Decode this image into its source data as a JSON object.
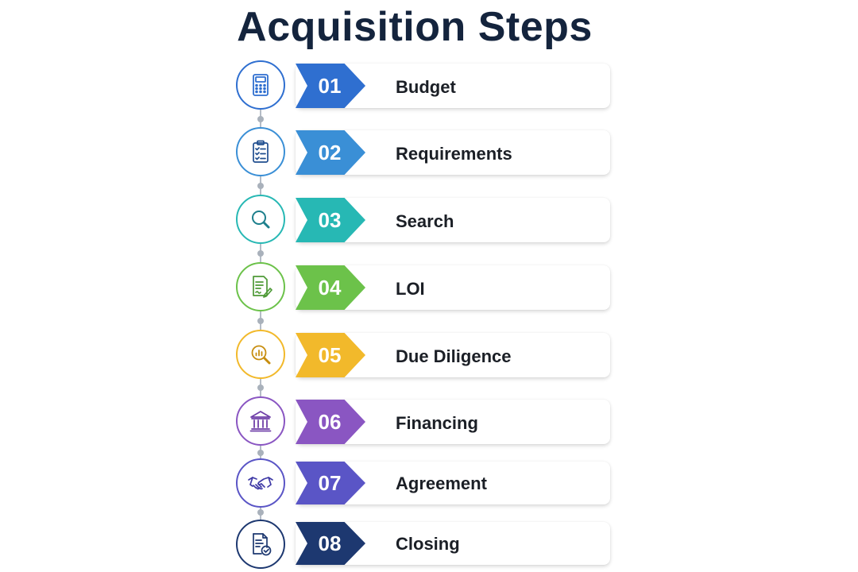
{
  "title": "Acquisition Steps",
  "steps": [
    {
      "number": "01",
      "label": "Budget",
      "color": "#2f6fd0",
      "icon": "calculator-icon"
    },
    {
      "number": "02",
      "label": "Requirements",
      "color": "#3a8fd6",
      "icon": "clipboard-checklist-icon"
    },
    {
      "number": "03",
      "label": "Search",
      "color": "#27b8b4",
      "icon": "magnifier-icon"
    },
    {
      "number": "04",
      "label": "LOI",
      "color": "#6cc24a",
      "icon": "document-pen-icon"
    },
    {
      "number": "05",
      "label": "Due Diligence",
      "color": "#f2b92b",
      "icon": "chart-magnifier-icon"
    },
    {
      "number": "06",
      "label": "Financing",
      "color": "#8a56c2",
      "icon": "bank-icon"
    },
    {
      "number": "07",
      "label": "Agreement",
      "color": "#5a55c6",
      "icon": "handshake-icon"
    },
    {
      "number": "08",
      "label": "Closing",
      "color": "#1d3870",
      "icon": "document-check-icon"
    }
  ]
}
